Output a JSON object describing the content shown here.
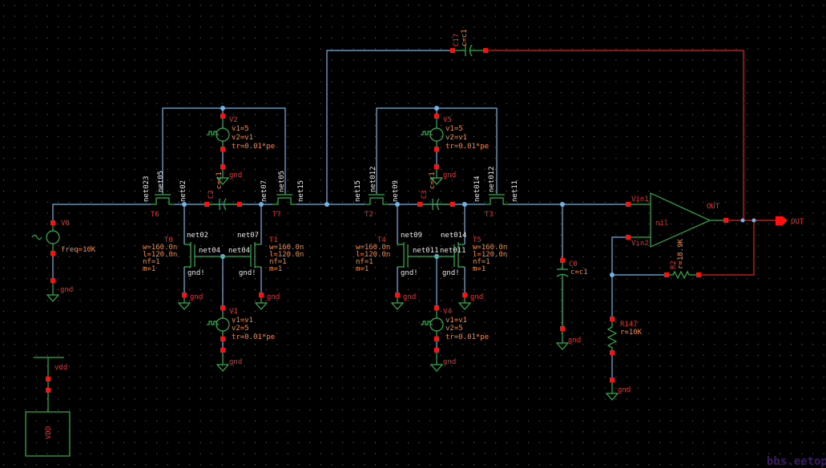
{
  "colors": {
    "background": "#000000",
    "wire": "#6fb4e6",
    "net_wire": "#e02020",
    "symbol": "#2fb04a",
    "pin": "#ff1010",
    "instance_label": "#e03030",
    "param_label": "#f08a40",
    "net_label": "#e8e8e8"
  },
  "labels": {
    "gnd": "gnd",
    "gnd_bang": "gnd!",
    "vdd": "vdd",
    "VDD": "VDD",
    "v0": {
      "name": "V0",
      "param": "freq=10K"
    },
    "v2": {
      "name": "V2",
      "p1": "v1=5",
      "p2": "v2=v1",
      "p3": "tr=0.01*pe"
    },
    "v5": {
      "name": "V5",
      "p1": "v1=5",
      "p2": "v2=v1",
      "p3": "tr=0.01*pe"
    },
    "v1": {
      "name": "V1",
      "p1": "v1=v1",
      "p2": "v2=5",
      "p3": "tr=0.01*pe"
    },
    "v4": {
      "name": "V4",
      "p1": "v1=v1",
      "p2": "v2=5",
      "p3": "tr=0.01*pe"
    },
    "c2": {
      "name": "C2",
      "param": "c=c1"
    },
    "c3": {
      "name": "C3",
      "param": "c=c1"
    },
    "c17": {
      "name": "C17",
      "param": "c=c1"
    },
    "c0": {
      "name": "C0",
      "param": "c=c1"
    },
    "r2": {
      "name": "R2",
      "param": "r=18.9K"
    },
    "r147": {
      "name": "R147",
      "param": "r=10K"
    },
    "opamp": {
      "name": "nil",
      "vin1": "Vin1",
      "vin2": "Vin2",
      "out": "OUT"
    },
    "out_pin": "OUT",
    "pass": [
      {
        "name": "T6"
      },
      {
        "name": "T7"
      },
      {
        "name": "T2"
      },
      {
        "name": "T3"
      }
    ],
    "nmos": [
      {
        "name": "T0",
        "w": "w=160.0n",
        "l": "l=120.0n",
        "nf": "nf=1",
        "m": "m=1"
      },
      {
        "name": "T1",
        "w": "w=160.0n",
        "l": "l=120.0n",
        "nf": "nf=1",
        "m": "m=1"
      },
      {
        "name": "T4",
        "w": "w=160.0n",
        "l": "l=120.0n",
        "nf": "nf=1",
        "m": "m=1"
      },
      {
        "name": "T5",
        "w": "w=160.0n",
        "l": "l=120.0n",
        "nf": "nf=1",
        "m": "m=1"
      }
    ],
    "nets": {
      "net023": "net023",
      "net05": "net05",
      "net02": "net02",
      "net07": "net07",
      "net15": "net15",
      "net012": "net012",
      "net09": "net09",
      "net014": "net014",
      "net11": "net11",
      "net04": "net04",
      "net011": "net011"
    }
  },
  "watermark": "bbs.eetop.cn"
}
